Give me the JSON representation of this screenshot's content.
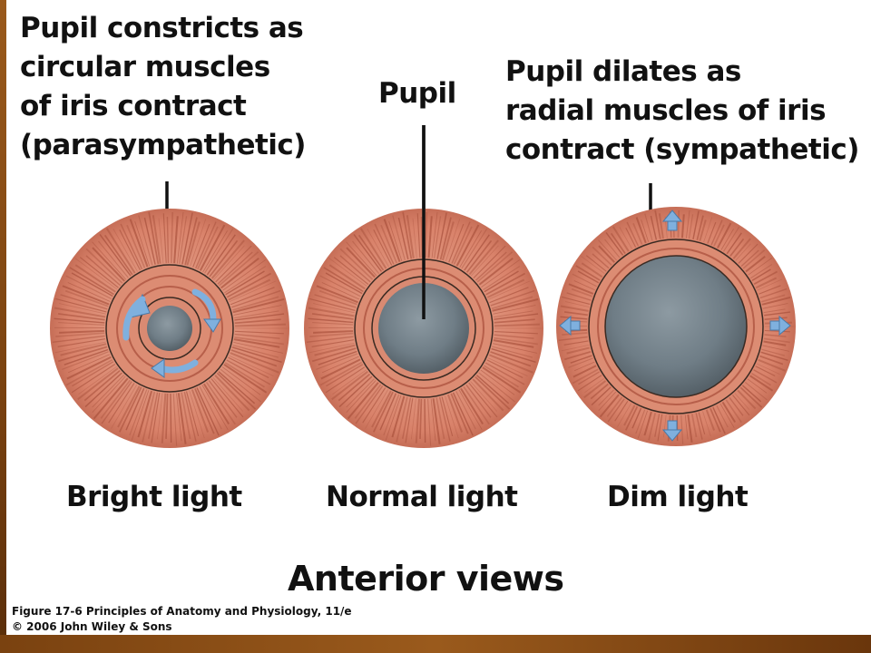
{
  "annotations": {
    "constricts": [
      "Pupil constricts as",
      "circular muscles",
      "of iris contract",
      "(parasympathetic)"
    ],
    "pupil": "Pupil",
    "dilates": [
      "Pupil dilates as",
      "radial muscles of iris",
      "contract (sympathetic)"
    ]
  },
  "conditions": {
    "bright": "Bright light",
    "normal": "Normal light",
    "dim": "Dim light"
  },
  "view_title": "Anterior views",
  "caption": {
    "line1": "Figure 17-6  Principles of Anatomy and Physiology, 11/e",
    "line2": "© 2006 John Wiley & Sons"
  },
  "colors": {
    "iris": "#d9826a",
    "iris_fiber": "#a8503c",
    "pupil": "#6f7d86",
    "arrow": "#7fb0de",
    "frame": "#7a4210"
  }
}
